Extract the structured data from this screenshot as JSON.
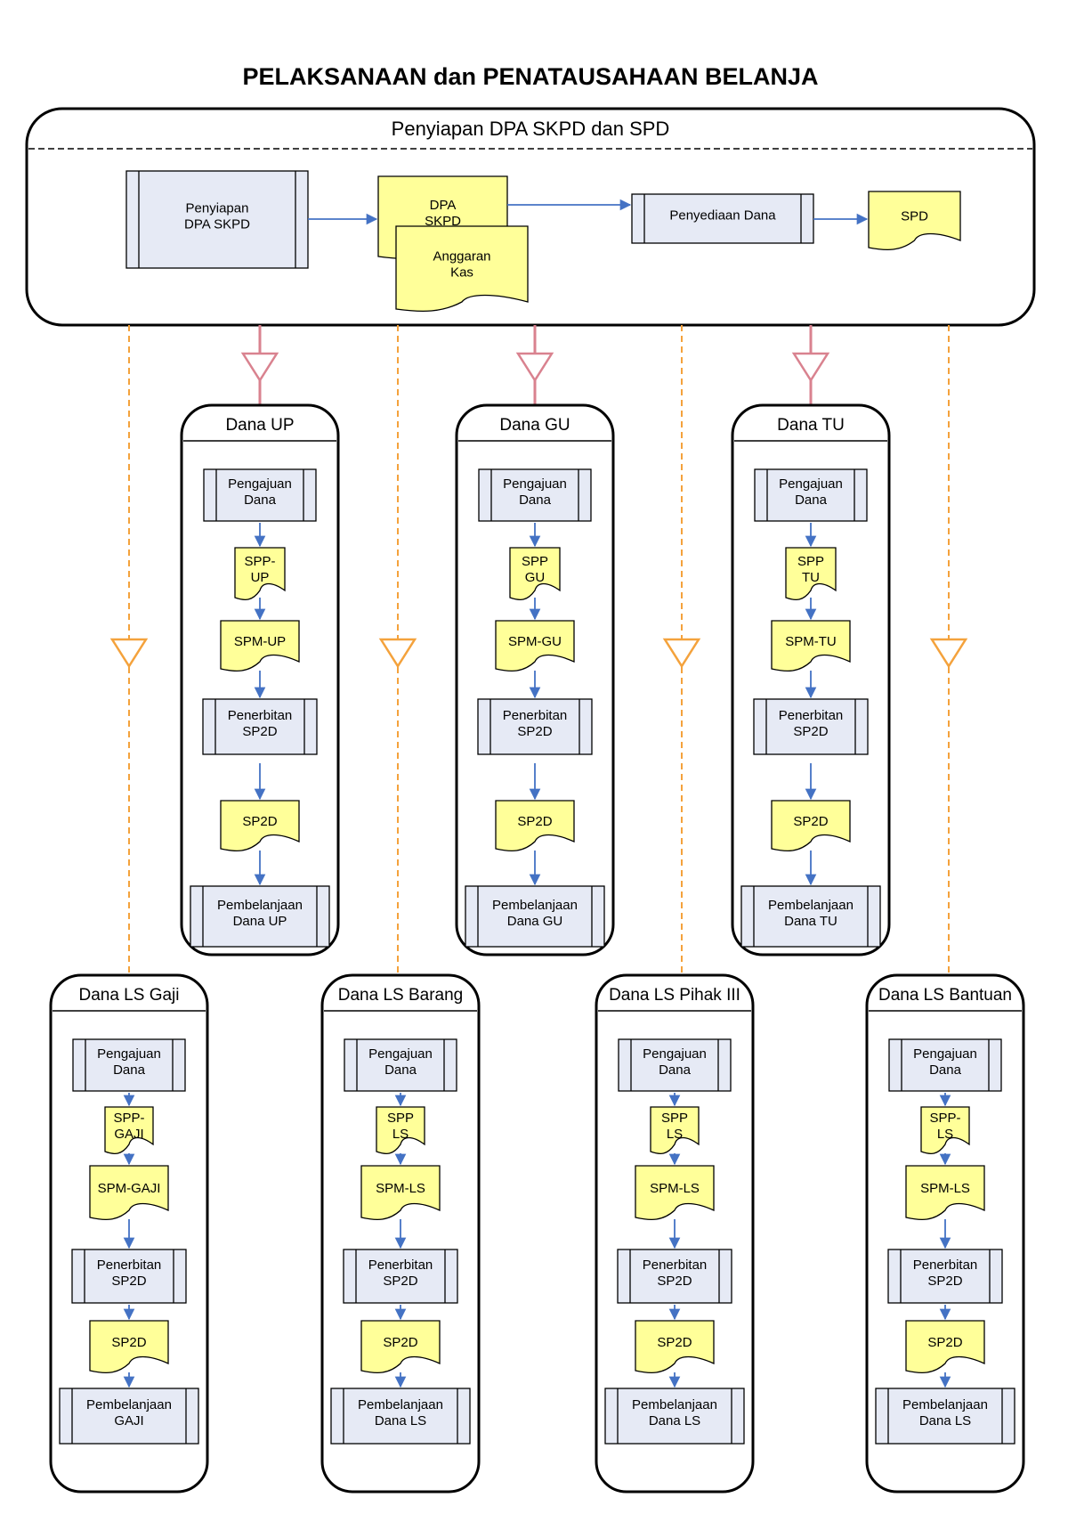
{
  "title": "PELAKSANAAN dan PENATAUSAHAAN BELANJA",
  "top_panel": {
    "header": "Penyiapan DPA SKPD dan SPD",
    "process_penyiapan": [
      "Penyiapan",
      "DPA SKPD"
    ],
    "doc_dpa": [
      "DPA",
      "SKPD"
    ],
    "doc_anggaran": [
      "Anggaran",
      "Kas"
    ],
    "process_penyediaan": [
      "Penyediaan Dana"
    ],
    "doc_spd": [
      "SPD"
    ]
  },
  "lanes": [
    {
      "header": "Dana UP",
      "request": [
        "Pengajuan",
        "Dana"
      ],
      "spp": [
        "SPP-",
        "UP"
      ],
      "spm": [
        "SPM-UP"
      ],
      "issuance": [
        "Penerbitan",
        "SP2D"
      ],
      "sp2d": [
        "SP2D"
      ],
      "spending": [
        "Pembelanjaan",
        "Dana UP"
      ]
    },
    {
      "header": "Dana GU",
      "request": [
        "Pengajuan",
        "Dana"
      ],
      "spp": [
        "SPP",
        "GU"
      ],
      "spm": [
        "SPM-GU"
      ],
      "issuance": [
        "Penerbitan",
        "SP2D"
      ],
      "sp2d": [
        "SP2D"
      ],
      "spending": [
        "Pembelanjaan",
        "Dana GU"
      ]
    },
    {
      "header": "Dana TU",
      "request": [
        "Pengajuan",
        "Dana"
      ],
      "spp": [
        "SPP",
        "TU"
      ],
      "spm": [
        "SPM-TU"
      ],
      "issuance": [
        "Penerbitan",
        "SP2D"
      ],
      "sp2d": [
        "SP2D"
      ],
      "spending": [
        "Pembelanjaan",
        "Dana TU"
      ]
    },
    {
      "header": "Dana LS Gaji",
      "request": [
        "Pengajuan",
        "Dana"
      ],
      "spp": [
        "SPP-",
        "GAJI"
      ],
      "spm": [
        "SPM-GAJI"
      ],
      "issuance": [
        "Penerbitan",
        "SP2D"
      ],
      "sp2d": [
        "SP2D"
      ],
      "spending": [
        "Pembelanjaan",
        "GAJI"
      ]
    },
    {
      "header": "Dana LS Barang",
      "request": [
        "Pengajuan",
        "Dana"
      ],
      "spp": [
        "SPP",
        "LS"
      ],
      "spm": [
        "SPM-LS"
      ],
      "issuance": [
        "Penerbitan",
        "SP2D"
      ],
      "sp2d": [
        "SP2D"
      ],
      "spending": [
        "Pembelanjaan",
        "Dana LS"
      ]
    },
    {
      "header": "Dana LS Pihak III",
      "request": [
        "Pengajuan",
        "Dana"
      ],
      "spp": [
        "SPP",
        "LS"
      ],
      "spm": [
        "SPM-LS"
      ],
      "issuance": [
        "Penerbitan",
        "SP2D"
      ],
      "sp2d": [
        "SP2D"
      ],
      "spending": [
        "Pembelanjaan",
        "Dana LS"
      ]
    },
    {
      "header": "Dana LS Bantuan",
      "request": [
        "Pengajuan",
        "Dana"
      ],
      "spp": [
        "SPP-",
        "LS"
      ],
      "spm": [
        "SPM-LS"
      ],
      "issuance": [
        "Penerbitan",
        "SP2D"
      ],
      "sp2d": [
        "SP2D"
      ],
      "spending": [
        "Pembelanjaan",
        "Dana LS"
      ]
    }
  ],
  "colors": {
    "process_fill": "#e6eaf5",
    "document_fill": "#ffff99",
    "flow_arrow": "#4472c4",
    "solid_connector": "#d9828f",
    "dashed_connector": "#f4a23c",
    "outline": "#000000"
  }
}
